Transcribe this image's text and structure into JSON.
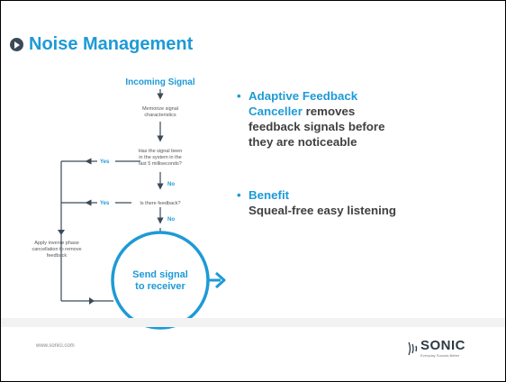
{
  "title": "Noise Management",
  "flowchart": {
    "incoming": "Incoming Signal",
    "step1": [
      "Memorize signal",
      "characteristics"
    ],
    "question1": [
      "Has the signal been",
      "in the system in the",
      "last 5 milliseconds?"
    ],
    "question2": "Is there feedback?",
    "yes": "Yes",
    "no": "No",
    "apply": [
      "Apply inverse phase",
      "cancellation to remove",
      "feedback"
    ],
    "send": [
      "Send signal",
      "to receiver"
    ]
  },
  "bullets": [
    {
      "highlight_lines": [
        "Adaptive Feedback",
        "Canceller"
      ],
      "rest": " removes",
      "lines": [
        "feedback signals before",
        "they are noticeable"
      ]
    },
    {
      "highlight_lines": [
        "Benefit"
      ],
      "lines": [
        "Squeal-free easy listening"
      ]
    }
  ],
  "footer": {
    "url": "www.sonici.com",
    "logo_word": "SONIC",
    "logo_tagline": "Everyday Sounds Better"
  },
  "colors": {
    "accent": "#1e9ad6",
    "text": "#404040",
    "dark": "#3b4a57"
  }
}
